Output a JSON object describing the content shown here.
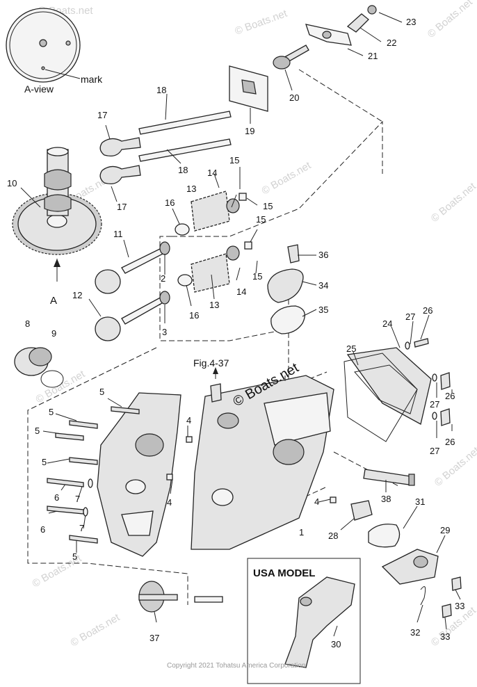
{
  "diagram": {
    "view_label": "A-view",
    "mark_label": "mark",
    "arrow_label": "A",
    "figure_ref": "Fig.4-37",
    "usa_model_label": "USA MODEL",
    "watermark_main": "© Boats.net",
    "watermark_faint": "© Boats.net",
    "copyright": "Copyright 2021 Tohatsu America Corporation"
  },
  "callouts": [
    "1",
    "2",
    "3",
    "4",
    "5",
    "6",
    "7",
    "8",
    "9",
    "10",
    "11",
    "12",
    "13",
    "14",
    "15",
    "16",
    "17",
    "18",
    "19",
    "20",
    "21",
    "22",
    "23",
    "24",
    "25",
    "26",
    "27",
    "28",
    "29",
    "30",
    "31",
    "32",
    "33",
    "34",
    "35",
    "36",
    "37",
    "38"
  ]
}
